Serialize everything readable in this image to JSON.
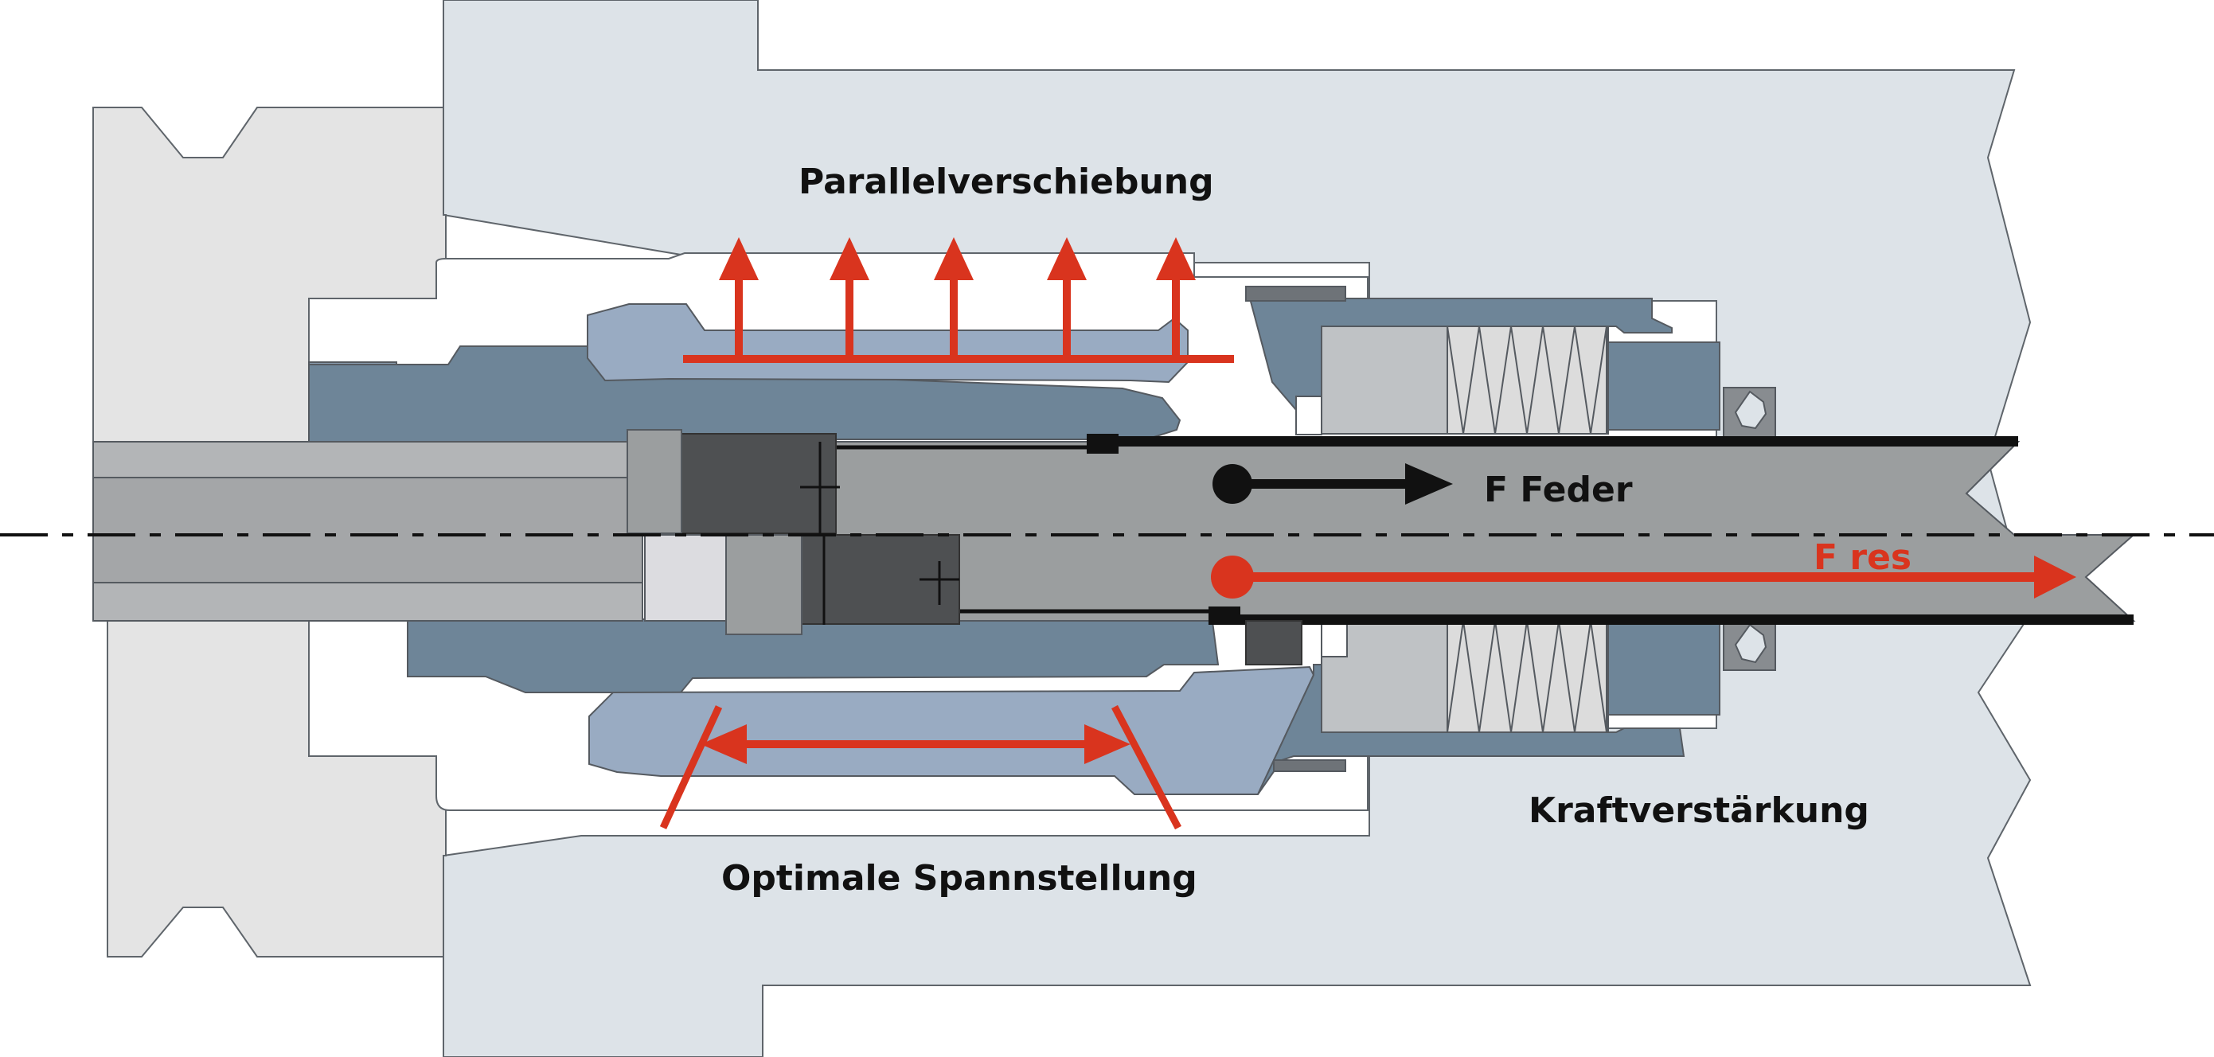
{
  "labels": {
    "parallel_shift": "Parallelverschiebung",
    "spring_force": "F Feder",
    "resulting_force": "F res",
    "optimal_clamping": "Optimale Spannstellung",
    "force_amplification": "Kraftverstärkung"
  },
  "colors": {
    "housing": "#dde3e8",
    "toolholder": "#e4e4e4",
    "shaft": "#a4a6a8",
    "collet_light": "#99abc2",
    "collet_dark": "#6e8598",
    "drawbar_dark": "#4e5052",
    "annotation_red": "#d9341e",
    "outline": "#555a60",
    "text": "#111111"
  },
  "icons": [
    "red-arrow-icon",
    "force-arrow-icon"
  ]
}
